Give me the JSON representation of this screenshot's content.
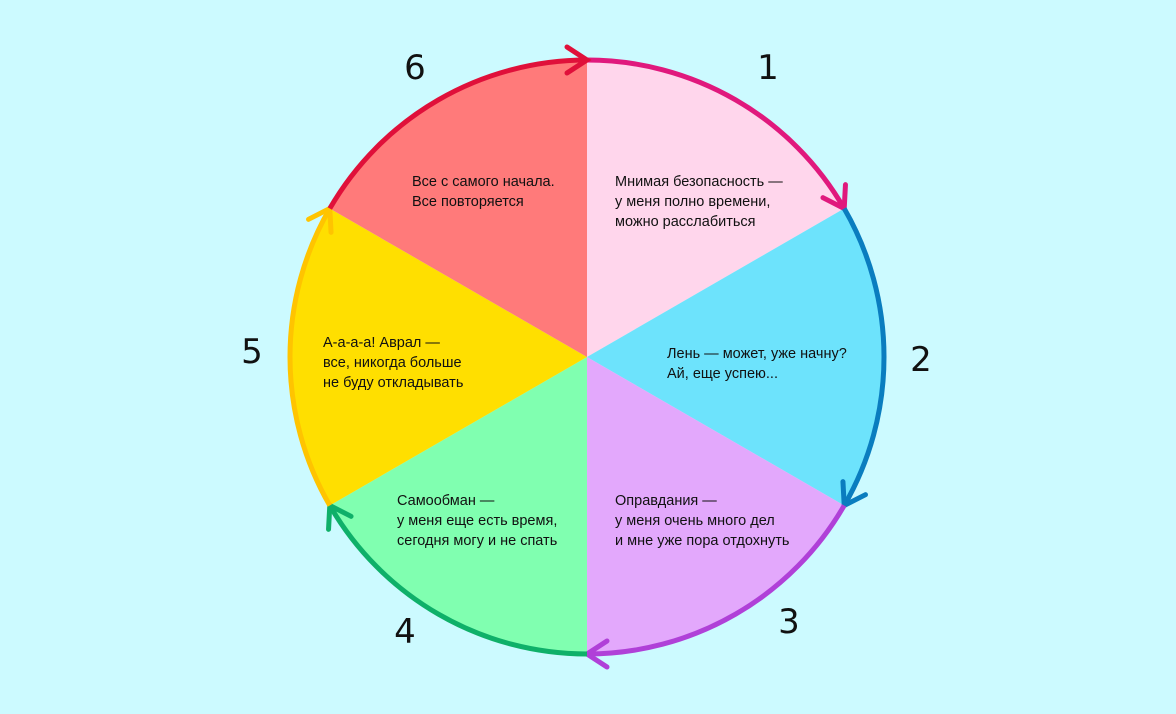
{
  "title": "Цикл прокрастинации",
  "stages": [
    {
      "number": "1",
      "lines": [
        "Мнимая безопасность —",
        "у меня полно времени,",
        "можно расслабиться"
      ],
      "fill": "#FFD6EC",
      "stroke": "#E0197D"
    },
    {
      "number": "2",
      "lines": [
        "Лень — может, уже начну?",
        "Ай, еще успею..."
      ],
      "fill": "#6DE3FC",
      "stroke": "#0A7DBF"
    },
    {
      "number": "3",
      "lines": [
        "Оправдания —",
        "у меня очень много дел",
        "и мне уже пора отдохнуть"
      ],
      "fill": "#E3A8FC",
      "stroke": "#B040D8"
    },
    {
      "number": "4",
      "lines": [
        "Самообман —",
        "у меня еще есть время,",
        "сегодня могу и не спать"
      ],
      "fill": "#80FFB0",
      "stroke": "#0FB069"
    },
    {
      "number": "5",
      "lines": [
        "А-а-а-а! Аврал —",
        "все, никогда больше",
        "не буду откладывать"
      ],
      "fill": "#FFDF00",
      "stroke": "#FFC400"
    },
    {
      "number": "6",
      "lines": [
        "Все с самого начала.",
        "Все повторяется"
      ],
      "fill": "#FF7A7A",
      "stroke": "#E0103A"
    }
  ]
}
